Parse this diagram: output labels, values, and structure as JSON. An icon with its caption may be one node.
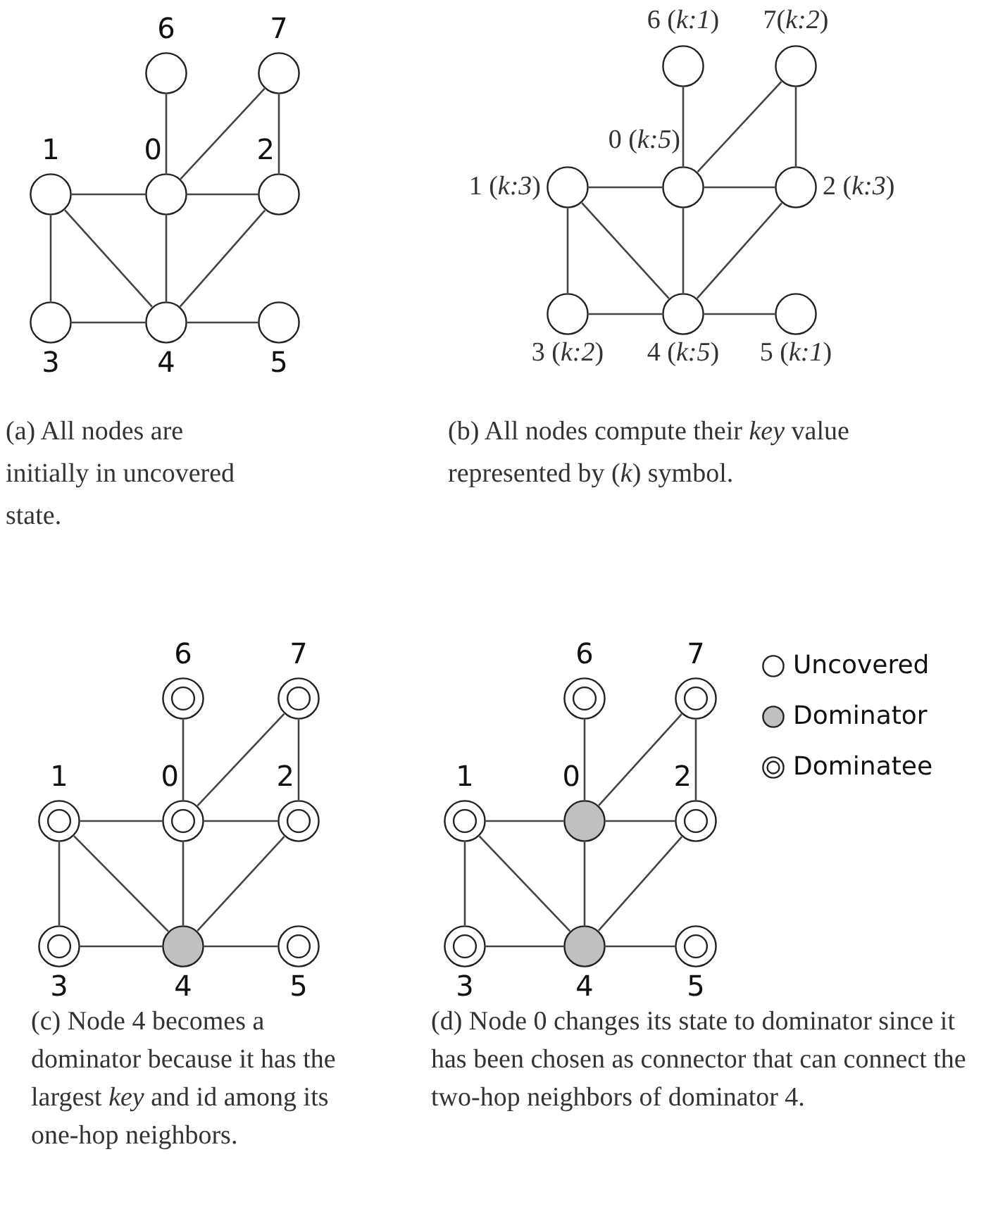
{
  "diagram": {
    "nodes": [
      {
        "text": [
          "6"
        ]
      },
      {
        "text": [
          "7"
        ]
      },
      {
        "text": [
          "1"
        ]
      },
      {
        "text": [
          "0"
        ]
      },
      {
        "text": [
          "2"
        ]
      },
      {
        "text": [
          "3"
        ]
      },
      {
        "text": [
          "4"
        ]
      },
      {
        "text": [
          "5"
        ]
      },
      {
        "text": [
          "6 (*k:1*)"
        ]
      },
      {
        "text": [
          "7(*k:2*)"
        ]
      },
      {
        "text": [
          "1 (*k:3*)"
        ]
      },
      {
        "text": [
          "0 (*k:5*)"
        ]
      },
      {
        "text": [
          "2 (*k:3*)"
        ]
      },
      {
        "text": [
          "3 (*k:2*)"
        ]
      },
      {
        "text": [
          "4 (*k:5*)"
        ]
      },
      {
        "text": [
          "5 (*k:1*)"
        ]
      },
      {
        "text": [
          "6"
        ]
      },
      {
        "text": [
          "7"
        ]
      },
      {
        "text": [
          "1"
        ]
      },
      {
        "text": [
          "0"
        ]
      },
      {
        "text": [
          "2"
        ]
      },
      {
        "text": [
          "3"
        ]
      },
      {
        "text": [
          "4"
        ]
      },
      {
        "text": [
          "5"
        ]
      },
      {
        "text": [
          "6"
        ]
      },
      {
        "text": [
          "7"
        ]
      },
      {
        "text": [
          "1"
        ]
      },
      {
        "text": [
          "0"
        ]
      },
      {
        "text": [
          "2"
        ]
      },
      {
        "text": [
          "3"
        ]
      },
      {
        "text": [
          "4"
        ]
      },
      {
        "text": [
          "5"
        ]
      }
    ],
    "edges": [
      {
        "from": 0,
        "to": 3,
        "arrow": "none"
      },
      {
        "from": 1,
        "to": 3,
        "arrow": "none"
      },
      {
        "from": 1,
        "to": 4,
        "arrow": "none"
      },
      {
        "from": 2,
        "to": 3,
        "arrow": "none"
      },
      {
        "from": 3,
        "to": 4,
        "arrow": "none"
      },
      {
        "from": 2,
        "to": 5,
        "arrow": "none"
      },
      {
        "from": 2,
        "to": 6,
        "arrow": "none"
      },
      {
        "from": 3,
        "to": 6,
        "arrow": "none"
      },
      {
        "from": 4,
        "to": 6,
        "arrow": "none"
      },
      {
        "from": 5,
        "to": 6,
        "arrow": "none"
      },
      {
        "from": 6,
        "to": 7,
        "arrow": "none"
      },
      {
        "from": 8,
        "to": 11,
        "arrow": "none"
      },
      {
        "from": 9,
        "to": 11,
        "arrow": "none"
      },
      {
        "from": 9,
        "to": 12,
        "arrow": "none"
      },
      {
        "from": 10,
        "to": 11,
        "arrow": "none"
      },
      {
        "from": 11,
        "to": 12,
        "arrow": "none"
      },
      {
        "from": 10,
        "to": 13,
        "arrow": "none"
      },
      {
        "from": 10,
        "to": 14,
        "arrow": "none"
      },
      {
        "from": 11,
        "to": 14,
        "arrow": "none"
      },
      {
        "from": 12,
        "to": 14,
        "arrow": "none"
      },
      {
        "from": 13,
        "to": 14,
        "arrow": "none"
      },
      {
        "from": 14,
        "to": 15,
        "arrow": "none"
      },
      {
        "from": 16,
        "to": 19,
        "arrow": "none"
      },
      {
        "from": 17,
        "to": 19,
        "arrow": "none"
      },
      {
        "from": 17,
        "to": 20,
        "arrow": "none"
      },
      {
        "from": 18,
        "to": 19,
        "arrow": "none"
      },
      {
        "from": 19,
        "to": 20,
        "arrow": "none"
      },
      {
        "from": 18,
        "to": 21,
        "arrow": "none"
      },
      {
        "from": 18,
        "to": 22,
        "arrow": "none"
      },
      {
        "from": 19,
        "to": 22,
        "arrow": "none"
      },
      {
        "from": 20,
        "to": 22,
        "arrow": "none"
      },
      {
        "from": 21,
        "to": 22,
        "arrow": "none"
      },
      {
        "from": 22,
        "to": 23,
        "arrow": "none"
      },
      {
        "from": 24,
        "to": 27,
        "arrow": "none"
      },
      {
        "from": 25,
        "to": 27,
        "arrow": "none"
      },
      {
        "from": 25,
        "to": 28,
        "arrow": "none"
      },
      {
        "from": 26,
        "to": 27,
        "arrow": "none"
      },
      {
        "from": 27,
        "to": 28,
        "arrow": "none"
      },
      {
        "from": 26,
        "to": 29,
        "arrow": "none"
      },
      {
        "from": 26,
        "to": 30,
        "arrow": "none"
      },
      {
        "from": 27,
        "to": 30,
        "arrow": "none"
      },
      {
        "from": 28,
        "to": 30,
        "arrow": "none"
      },
      {
        "from": 29,
        "to": 30,
        "arrow": "none"
      },
      {
        "from": 30,
        "to": 31,
        "arrow": "none"
      }
    ],
    "labels": [
      "(a) All nodes are initially in uncovered state.",
      "(b) All nodes compute their *key* value represented by (*k*) symbol.",
      "(c) Node 4 becomes a dominator because it has the largest *key* and id among its one-hop neighbors.",
      "(d) Node 0 changes its state to dominator since it has been chosen as connector that can connect the two-hop neighbors of dominator 4."
    ],
    "legend": [
      {
        "text": "Uncovered"
      },
      {
        "text": "Dominator"
      },
      {
        "text": "Dominatee"
      }
    ]
  }
}
